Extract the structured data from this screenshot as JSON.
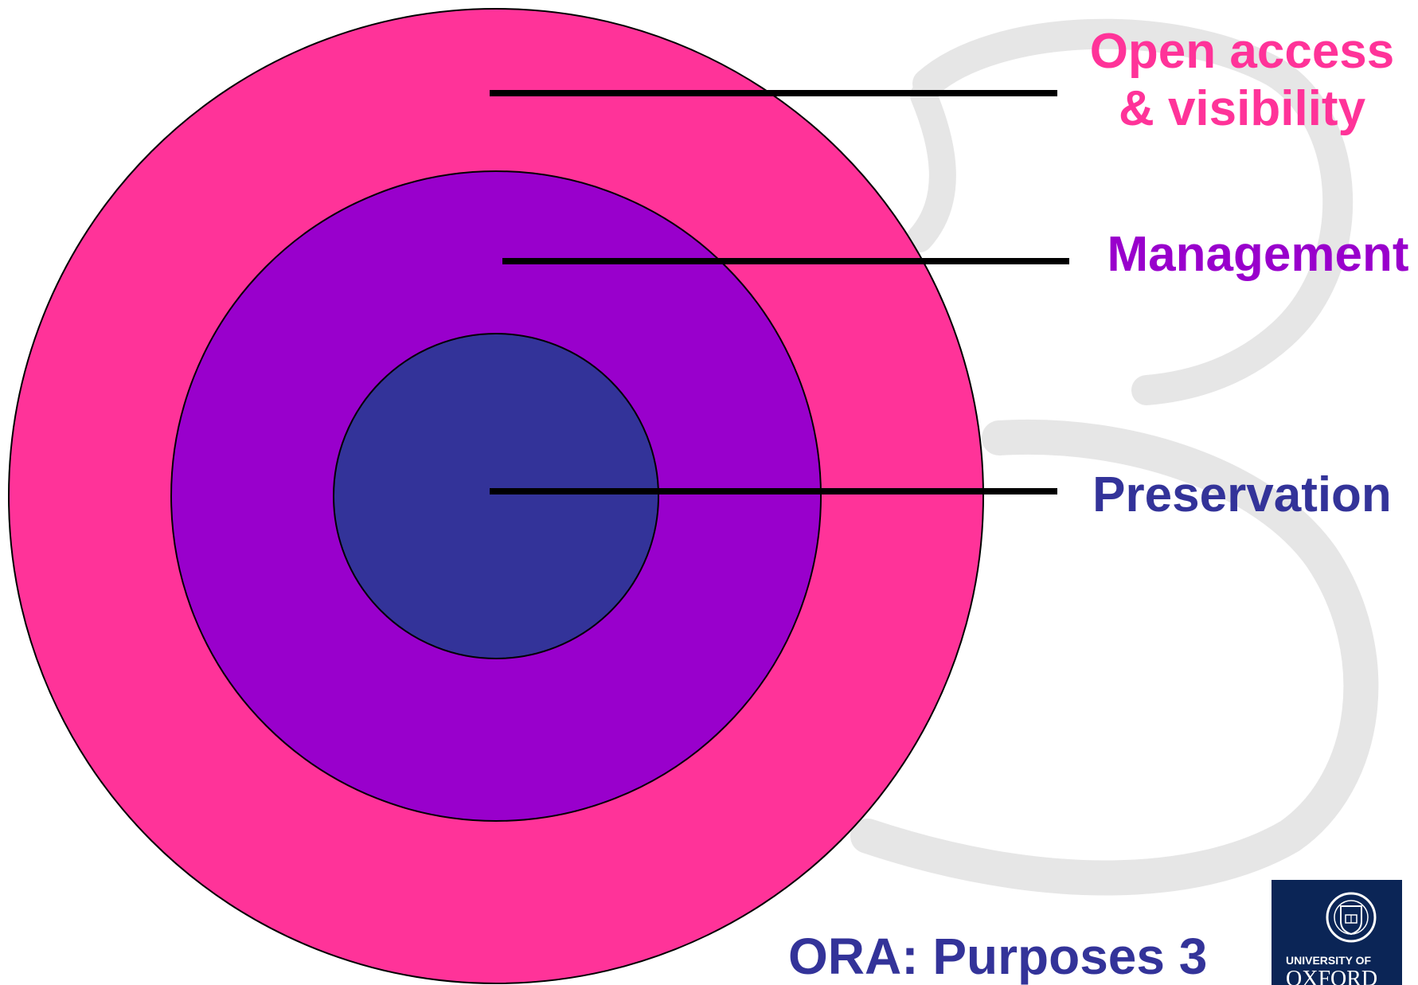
{
  "colors": {
    "outer_ring": "#ff3399",
    "middle_ring": "#9900cc",
    "inner_circle": "#333399",
    "watermark": "#e6e6e6",
    "leader_line": "#000000",
    "logo_bg": "#0b2556"
  },
  "diagram": {
    "rings": [
      {
        "name": "open-access",
        "label_lines": [
          "Open access",
          "& visibility"
        ],
        "color": "#ff3399"
      },
      {
        "name": "management",
        "label_lines": [
          "Management"
        ],
        "color": "#9900cc"
      },
      {
        "name": "preservation",
        "label_lines": [
          "Preservation"
        ],
        "color": "#333399"
      }
    ]
  },
  "title": "ORA: Purposes 3",
  "logo": {
    "text_top": "UNIVERSITY OF",
    "text_bottom": "OXFORD",
    "icon": "university-crest-icon"
  }
}
